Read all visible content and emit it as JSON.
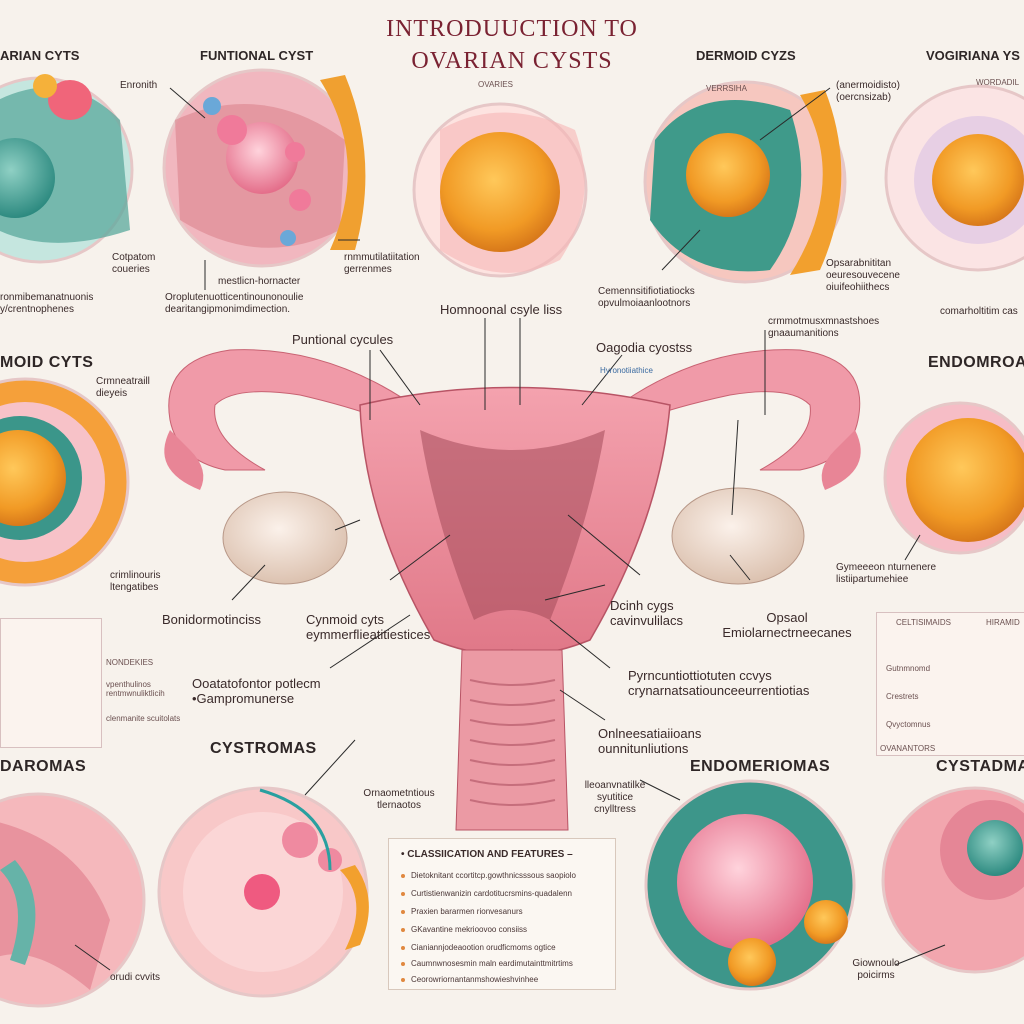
{
  "title": {
    "line1": "INTRODUUCTION TO",
    "line2": "OVARIAN CYSTS",
    "sub": "OVARIES"
  },
  "panels": {
    "top_left": {
      "heading": "ARIAN CYTS",
      "labels": [
        "Enronith",
        "Cotpatom coueries",
        "ronmibemanatnuonis y/crentnophenes"
      ]
    },
    "functional": {
      "heading": "FUNTIONAL CYST",
      "labels": [
        "mestlicn-hornacter",
        "Oroplutenuotticentinounonoulie dearitangipmonimdimection.",
        "rnmmutilatiitation gerrenmes"
      ]
    },
    "center_top": {
      "sublabel": "OVARIES"
    },
    "dermoid_top": {
      "heading": "DERMOID CYZS",
      "labels": [
        "VERRSIHA",
        "(anermoidisto) (oercnsizab)",
        "Cemennsitifiotiatiocks opvulmoiaanlootnors",
        "Opsarabnititan oeuresouvecene oiuifeohiithecs"
      ]
    },
    "far_right_top": {
      "heading": "VOGIRIANA YS",
      "labels": [
        "WORDADIL",
        "comarholtitim cas"
      ]
    },
    "dermoid_mid": {
      "heading": "MOID CYTS",
      "labels": [
        "Crmneatraill dieyeis",
        "crimlinouris ltengatibes"
      ]
    },
    "endomr_mid": {
      "heading": "ENDOMROA",
      "labels": [
        "Gymeeeon nturnenere listiipartumehiee"
      ]
    },
    "left_inset": {
      "labels": [
        "NONDEKIES",
        "vpenthulinos rentmwnuliktlicih",
        "clenmanite scuitolats"
      ]
    },
    "right_inset": {
      "labels": [
        "CELTISIMAIDS",
        "HIRAMID",
        "Gutnmnomd",
        "Crestrets",
        "Qvyctomnus",
        "OVANANTORS"
      ]
    },
    "cystromas": {
      "heading": "CYSTROMAS",
      "labels": [
        "Ornaometntious tlernaotos"
      ]
    },
    "endomeriomas": {
      "heading": "ENDOMERIOMAS",
      "labels": [
        "lleoanvnatilke syutitice cnylltress"
      ]
    },
    "bottom_left": {
      "heading": "DAROMAS",
      "labels": [
        "orudi cvvits"
      ]
    },
    "bottom_right": {
      "heading": "CYSTADMA",
      "labels": [
        "Giownoulo poicirms"
      ]
    }
  },
  "center": {
    "labels": [
      "Homnoonal csyle liss",
      "Puntional cycules",
      "Oagodia cyostss",
      "Hyronotiiathice",
      "crmmotmusxmnastshoes gnaaumanitions",
      "Bonidormotinciss",
      "Cynmoid cyts eymmerflieatitiestices",
      "Dcinh cygs cavinvulilacs",
      "Opsaol Emiolarnectrneecanes",
      "Ooatatofontor potlecm •Gampromunerse",
      "Pyrncuntiottiotuten ccvys crynarnatsatiounceeurrentiotias",
      "Onlneesatiaiioans ounnitunliutions"
    ]
  },
  "legend": {
    "title": "• CLASSIICATION AND FEATURES –",
    "items": [
      "Dietoknitant ccortitcp.gowthnicsssous saopiolo",
      "Curtistienwanizin cardotitucrsmins-quadalenn",
      "Praxien bararmen rionvesanurs",
      "GKavantine mekrioovoo consiiss",
      "Cianiannjodeaootion orudficmoms ogtice",
      "Caumnwnosesmin maln eardimutainttmitrtims",
      "Ceorowriornantanmshowieshvinhee"
    ]
  }
}
